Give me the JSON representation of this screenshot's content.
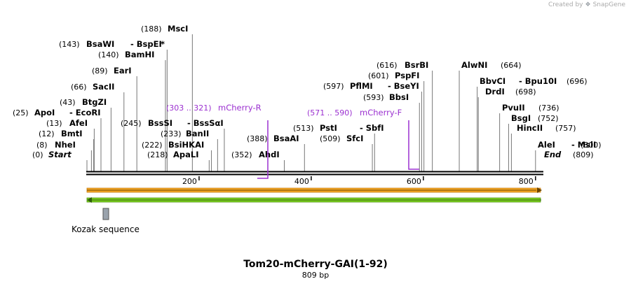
{
  "credit": {
    "prefix": "Created by",
    "brand": "SnapGene"
  },
  "map": {
    "title": "Tom20-mCherry-GAI(1-92)",
    "length_label": "809 bp",
    "length": 809,
    "ticks": [
      "200",
      "400",
      "600",
      "800"
    ],
    "end_markers": [
      {
        "label": "Start",
        "pos_label": "(0)",
        "pos": 0
      },
      {
        "label": "End",
        "pos_label": "(809)",
        "pos": 809
      }
    ],
    "sites": [
      {
        "name": "NheI",
        "pos": 8,
        "pos_label": "(8)"
      },
      {
        "name": "BmtI",
        "pos": 12,
        "pos_label": "(12)"
      },
      {
        "name": "AfeI",
        "pos": 13,
        "pos_label": "(13)"
      },
      {
        "name": "ApoI",
        "name2": "EcoRI",
        "pos": 25,
        "pos_label": "(25)"
      },
      {
        "name": "BtgZI",
        "pos": 43,
        "pos_label": "(43)"
      },
      {
        "name": "SacII",
        "pos": 66,
        "pos_label": "(66)"
      },
      {
        "name": "EarI",
        "pos": 89,
        "pos_label": "(89)"
      },
      {
        "name": "BamHI",
        "pos": 140,
        "pos_label": "(140)"
      },
      {
        "name": "BsaWI",
        "name2": "BspEI",
        "star": "*",
        "pos": 143,
        "pos_label": "(143)"
      },
      {
        "name": "MscI",
        "pos": 188,
        "pos_label": "(188)"
      },
      {
        "name": "ApaLI",
        "pos": 218,
        "pos_label": "(218)"
      },
      {
        "name": "BsiHKAI",
        "pos": 222,
        "pos_label": "(222)"
      },
      {
        "name": "BanII",
        "pos": 233,
        "pos_label": "(233)"
      },
      {
        "name": "BssSI",
        "name2": "BssSαI",
        "pos": 245,
        "pos_label": "(245)"
      },
      {
        "name": "AhdI",
        "pos": 352,
        "pos_label": "(352)"
      },
      {
        "name": "BsaAI",
        "pos": 388,
        "pos_label": "(388)"
      },
      {
        "name": "SfcI",
        "pos": 509,
        "pos_label": "(509)"
      },
      {
        "name": "PstI",
        "name2": "SbfI",
        "pos": 513,
        "pos_label": "(513)"
      },
      {
        "name": "BbsI",
        "pos": 593,
        "pos_label": "(593)"
      },
      {
        "name": "PflMI",
        "name2": "BseYI",
        "pos": 597,
        "pos_label": "(597)"
      },
      {
        "name": "PspFI",
        "pos": 601,
        "pos_label": "(601)"
      },
      {
        "name": "BsrBI",
        "pos": 616,
        "pos_label": "(616)"
      },
      {
        "name": "AlwNI",
        "pos": 664,
        "pos_label": "(664)"
      },
      {
        "name": "BbvCI",
        "name2": "Bpu10I",
        "pos": 696,
        "pos_label": "(696)"
      },
      {
        "name": "DrdI",
        "pos": 698,
        "pos_label": "(698)"
      },
      {
        "name": "PvuII",
        "pos": 736,
        "pos_label": "(736)"
      },
      {
        "name": "BsgI",
        "pos": 752,
        "pos_label": "(752)"
      },
      {
        "name": "HincII",
        "pos": 757,
        "pos_label": "(757)"
      },
      {
        "name": "AleI",
        "name2": "MslI",
        "pos": 800,
        "pos_label": "(800)"
      }
    ],
    "primers": [
      {
        "name": "mCherry-R",
        "range_label": "(303 .. 321)",
        "start": 303,
        "end": 321,
        "direction": "reverse"
      },
      {
        "name": "mCherry-F",
        "range_label": "(571 .. 590)",
        "start": 571,
        "end": 590,
        "direction": "forward"
      }
    ],
    "features": [
      {
        "name": "orange forward strand feature",
        "start": 0,
        "end": 809,
        "direction": "forward",
        "color": "#f5a623"
      },
      {
        "name": "green reverse strand feature",
        "start": 0,
        "end": 809,
        "direction": "reverse",
        "color": "#7ed321"
      }
    ],
    "kozak": {
      "label": "Kozak sequence",
      "color": "#9aa3ad"
    },
    "colors": {
      "primer": "#9b30d0",
      "backbone": "#000000",
      "site_line": "#777777"
    }
  }
}
